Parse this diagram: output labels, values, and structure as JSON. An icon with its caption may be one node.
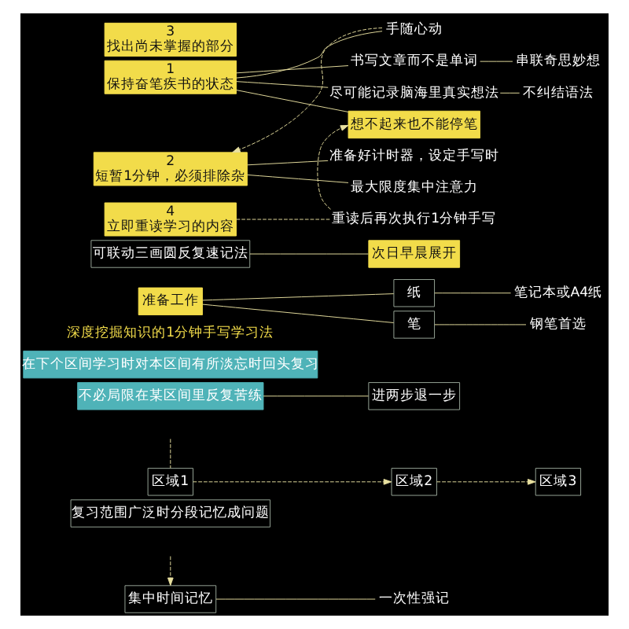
{
  "diagram": {
    "nodes": [
      {
        "text": [
          "集中时间记忆"
        ]
      },
      {
        "text": [
          "一次性强记"
        ]
      },
      {
        "text": [
          "复习范围广泛时分段记忆成问题"
        ]
      },
      {
        "text": [
          "区域1"
        ]
      },
      {
        "text": [
          "区域2"
        ]
      },
      {
        "text": [
          "区域3"
        ]
      },
      {
        "text": [
          "不必局限在某区间里反复苦练"
        ]
      },
      {
        "text": [
          "进两步退一步"
        ]
      },
      {
        "text": [
          "在下个区间学习时对本区间有所淡忘时回头复习"
        ]
      },
      {
        "text": [
          "深度挖掘知识的1分钟手写学习法"
        ]
      },
      {
        "text": [
          "准备工作"
        ]
      },
      {
        "text": [
          "纸"
        ]
      },
      {
        "text": [
          "笔"
        ]
      },
      {
        "text": [
          "笔记本或A4纸"
        ]
      },
      {
        "text": [
          "钢笔首选"
        ]
      },
      {
        "text": [
          "可联动三画圆反复速记法"
        ]
      },
      {
        "text": [
          "次日早晨展开"
        ]
      },
      {
        "text": [
          "1",
          "保持奋笔疾书的状态"
        ]
      },
      {
        "text": [
          "手随心动"
        ]
      },
      {
        "text": [
          "书写文章而不是单词"
        ]
      },
      {
        "text": [
          "串联奇思妙想"
        ]
      },
      {
        "text": [
          "尽可能记录脑海里真实想法"
        ]
      },
      {
        "text": [
          "不纠结语法"
        ]
      },
      {
        "text": [
          "想不起来也不能停笔"
        ]
      },
      {
        "text": [
          "2",
          "短暂1分钟，必须排除杂"
        ]
      },
      {
        "text": [
          "准备好计时器，设定手写时"
        ]
      },
      {
        "text": [
          "最大限度集中注意力"
        ]
      },
      {
        "text": [
          "3",
          "找出尚未掌握的部分"
        ]
      },
      {
        "text": [
          "4",
          "立即重读学习的内容"
        ]
      },
      {
        "text": [
          "重读后再次执行1分钟手写"
        ]
      }
    ],
    "edges": [
      {
        "from": null,
        "to": 0,
        "arrow": "to",
        "style": "dashed"
      },
      {
        "from": 0,
        "to": 1,
        "arrow": "none"
      },
      {
        "from": null,
        "to": 3,
        "arrow": "none",
        "style": "dashed"
      },
      {
        "from": 3,
        "to": 4,
        "arrow": "to",
        "style": "dashed"
      },
      {
        "from": 4,
        "to": 5,
        "arrow": "to",
        "style": "dashed"
      },
      {
        "from": 6,
        "to": 7,
        "arrow": "none"
      },
      {
        "from": 10,
        "to": 11,
        "arrow": "none"
      },
      {
        "from": 10,
        "to": 12,
        "arrow": "none"
      },
      {
        "from": 11,
        "to": 13,
        "arrow": "none"
      },
      {
        "from": 12,
        "to": 14,
        "arrow": "none"
      },
      {
        "from": 15,
        "to": 16,
        "arrow": "none"
      },
      {
        "from": 17,
        "to": 18,
        "arrow": "none"
      },
      {
        "from": 18,
        "to": 24,
        "arrow": "to",
        "style": "dashed"
      },
      {
        "from": 17,
        "to": 19,
        "arrow": "none"
      },
      {
        "from": 17,
        "to": 21,
        "arrow": "none"
      },
      {
        "from": 17,
        "to": 23,
        "arrow": "none"
      },
      {
        "from": 19,
        "to": 20,
        "arrow": "none"
      },
      {
        "from": 21,
        "to": 22,
        "arrow": "none"
      },
      {
        "from": 24,
        "to": 25,
        "arrow": "none"
      },
      {
        "from": 24,
        "to": 26,
        "arrow": "none"
      },
      {
        "from": 28,
        "to": 29,
        "arrow": "none",
        "style": "dashed"
      },
      {
        "from": 29,
        "to": 23,
        "arrow": "to",
        "style": "dashed"
      }
    ]
  }
}
